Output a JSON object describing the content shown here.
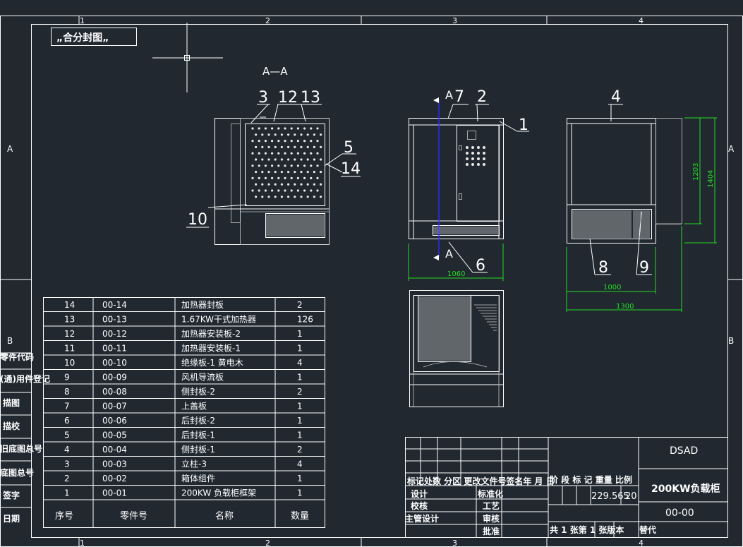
{
  "title_box": "„合分封图„",
  "grid": {
    "top_numbers": [
      "1",
      "2",
      "3",
      "4"
    ],
    "bottom_numbers": [
      "1",
      "2",
      "3",
      "4"
    ],
    "left_letters": [
      "A",
      "B"
    ],
    "right_letters": [
      "A",
      "B"
    ]
  },
  "left_strip": [
    "零件代码",
    "(通)用件登记",
    "描图",
    "描校",
    "旧底图总号",
    "底图总号",
    "签字",
    "日期"
  ],
  "views": {
    "section_label": "A—A",
    "section_balloons": [
      "3",
      "12",
      "13",
      "5",
      "14",
      "10"
    ],
    "front_balloons": [
      "A",
      "7",
      "2",
      "1",
      "A",
      "6"
    ],
    "side_balloons": [
      "4",
      "8",
      "9"
    ],
    "dims": {
      "width_front": "1060",
      "side_inner": "1000",
      "side_total": "1300",
      "height_inner": "1203",
      "height_total": "1404"
    }
  },
  "bom": {
    "headers": [
      "序号",
      "零件号",
      "名称",
      "数量"
    ],
    "rows": [
      [
        "14",
        "00-14",
        "加热器封板",
        "2"
      ],
      [
        "13",
        "00-13",
        "1.67KW干式加热器",
        "126"
      ],
      [
        "12",
        "00-12",
        "加热器安装板-2",
        "1"
      ],
      [
        "11",
        "00-11",
        "加热器安装板-1",
        "1"
      ],
      [
        "10",
        "00-10",
        "绝缘板-1 黄电木",
        "4"
      ],
      [
        "9",
        "00-09",
        "风机导流板",
        "1"
      ],
      [
        "8",
        "00-08",
        "侧封板-2",
        "2"
      ],
      [
        "7",
        "00-07",
        "上盖板",
        "1"
      ],
      [
        "6",
        "00-06",
        "后封板-2",
        "1"
      ],
      [
        "5",
        "00-05",
        "后封板-1",
        "1"
      ],
      [
        "4",
        "00-04",
        "侧封板-1",
        "2"
      ],
      [
        "3",
        "00-03",
        "立柱-3",
        "4"
      ],
      [
        "2",
        "00-02",
        "箱体组件",
        "1"
      ],
      [
        "1",
        "00-01",
        "200KW 负载柜框架",
        "1"
      ]
    ]
  },
  "title_block": {
    "rev_header": "标记处数 分区 更改文件号签名年 月 日",
    "left_roles": [
      "设计",
      "校核",
      "主管设计"
    ],
    "mid_roles": [
      "标准化",
      "工艺",
      "审核",
      "批准"
    ],
    "stage_header": "阶 段 标 记  重量  比例",
    "weight": "229.565",
    "scale": "20",
    "sheet_info": "共 1 张第 1 张版本",
    "replace": "替代",
    "company": "DSAD",
    "product": "200KW负载柜",
    "drawing_no": "00-00"
  }
}
